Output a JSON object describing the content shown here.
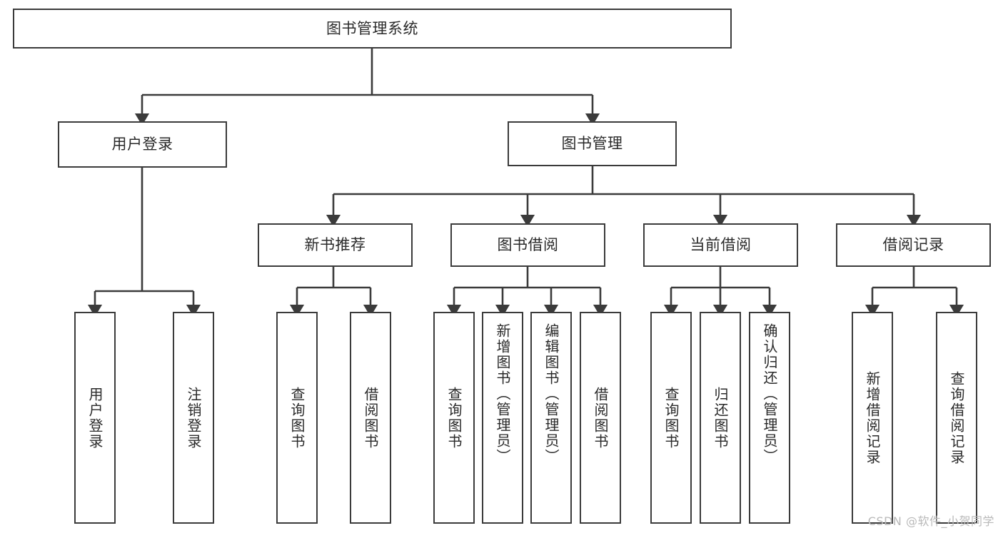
{
  "diagram": {
    "title": "图书管理系统",
    "type": "tree-hierarchy-chart",
    "colors": {
      "background": "#ffffff",
      "box_border": "#3b3b3b",
      "connector_line": "#3b3b3b",
      "text": "#2a2a2a",
      "watermark": "#b9b9b9"
    },
    "watermark": "CSDN @软件_小贺同学"
  },
  "nodes": {
    "root": {
      "label": "图书管理系统"
    },
    "level2": [
      {
        "label": "用户登录"
      },
      {
        "label": "图书管理"
      }
    ],
    "level3": [
      {
        "label": "新书推荐"
      },
      {
        "label": "图书借阅"
      },
      {
        "label": "当前借阅"
      },
      {
        "label": "借阅记录"
      }
    ],
    "leaves": {
      "user_login": [
        {
          "label": "用户登录"
        },
        {
          "label": "注销登录"
        }
      ],
      "new_book_recommend": [
        {
          "label": "查询图书"
        },
        {
          "label": "借阅图书"
        }
      ],
      "book_borrow": [
        {
          "label": "查询图书"
        },
        {
          "label": "新增图书（管理员）"
        },
        {
          "label": "编辑图书（管理员）"
        },
        {
          "label": "借阅图书"
        }
      ],
      "current_borrow": [
        {
          "label": "查询图书"
        },
        {
          "label": "归还图书"
        },
        {
          "label": "确认归还（管理员）"
        }
      ],
      "borrow_record": [
        {
          "label": "新增借阅记录"
        },
        {
          "label": "查询借阅记录"
        }
      ]
    }
  }
}
